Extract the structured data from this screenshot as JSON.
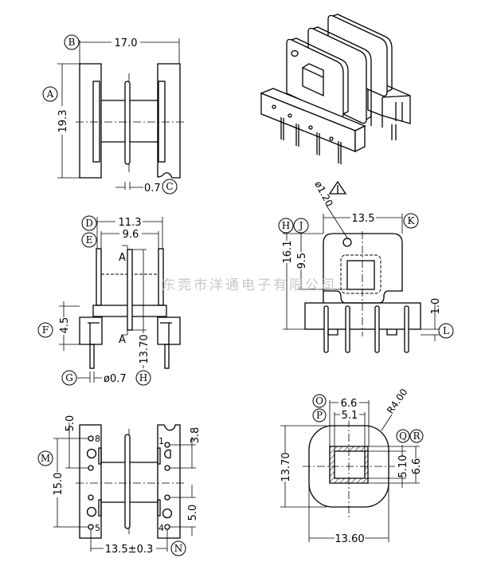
{
  "watermark": "东莞市洋通电子有限公司",
  "callouts": {
    "A": "A",
    "B": "B",
    "C": "C",
    "D": "D",
    "E": "E",
    "F": "F",
    "G": "G",
    "H": "H",
    "H2": "H",
    "J": "J",
    "K": "K",
    "L": "L",
    "M": "M",
    "N": "N",
    "O": "O",
    "P": "P",
    "Q": "Q",
    "R": "R"
  },
  "dims": {
    "top_view": {
      "width": "17.0",
      "height": "19.3",
      "plate": "0.7"
    },
    "front_view": {
      "outer": "11.3",
      "inner": "9.6",
      "pin_block": "4.5",
      "pin_dia": "ø0.7",
      "plate_height": "13.70",
      "section": "A"
    },
    "side_view": {
      "width": "13.5",
      "hole": "ø1.20",
      "total_height": "16.1",
      "window_height": "9.5",
      "standoff": "1.0"
    },
    "bottom_view": {
      "pitch_left": "5.0",
      "row_span": "15.0",
      "pitch_right_top": "3.8",
      "pitch_right_bottom": "5.0",
      "row_spacing": "13.5±0.3",
      "pins": {
        "p8": "8",
        "p5": "5",
        "p1": "1",
        "p4": "4"
      }
    },
    "section_view": {
      "outer_h": "13.70",
      "outer_w": "13.60",
      "window_outer": "6.6",
      "window_inner": "5.1",
      "radius": "R4.00",
      "window_inner_v": "5.10",
      "window_outer_v": "6.6"
    }
  }
}
